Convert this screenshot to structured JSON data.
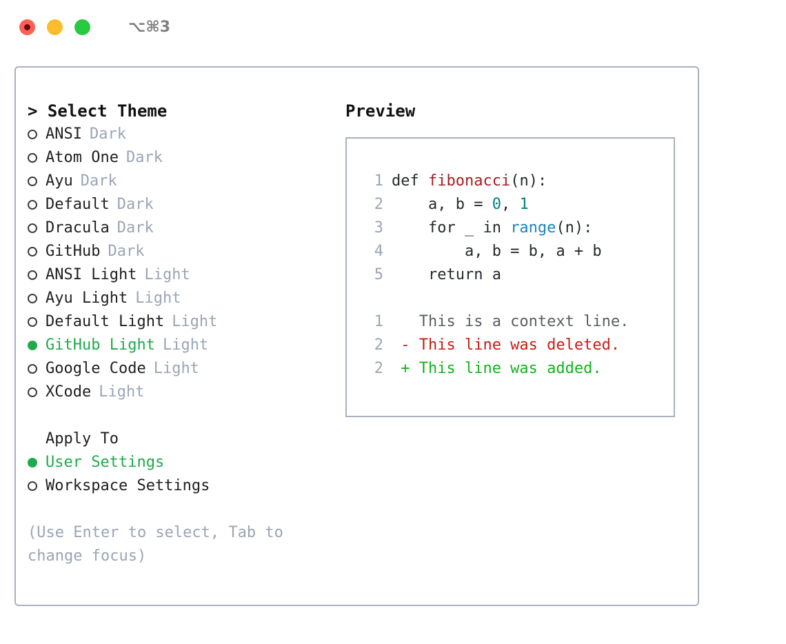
{
  "titlebar": {
    "shortcut": "⌥⌘3",
    "buttons": [
      "close",
      "minimize",
      "maximize"
    ]
  },
  "left": {
    "heading": "> Select Theme",
    "themes": [
      {
        "name": "ANSI",
        "kind": "Dark",
        "selected": false
      },
      {
        "name": "Atom One",
        "kind": "Dark",
        "selected": false
      },
      {
        "name": "Ayu",
        "kind": "Dark",
        "selected": false
      },
      {
        "name": "Default",
        "kind": "Dark",
        "selected": false
      },
      {
        "name": "Dracula",
        "kind": "Dark",
        "selected": false
      },
      {
        "name": "GitHub",
        "kind": "Dark",
        "selected": false
      },
      {
        "name": "ANSI Light",
        "kind": "Light",
        "selected": false
      },
      {
        "name": "Ayu Light",
        "kind": "Light",
        "selected": false
      },
      {
        "name": "Default Light",
        "kind": "Light",
        "selected": false
      },
      {
        "name": "GitHub Light",
        "kind": "Light",
        "selected": true
      },
      {
        "name": "Google Code",
        "kind": "Light",
        "selected": false
      },
      {
        "name": "XCode",
        "kind": "Light",
        "selected": false
      }
    ],
    "apply_to_heading": "Apply To",
    "apply_to": [
      {
        "label": "User Settings",
        "selected": true
      },
      {
        "label": "Workspace Settings",
        "selected": false
      }
    ],
    "hint": "(Use Enter to select, Tab to change focus)"
  },
  "preview": {
    "title": "Preview",
    "code_lines": [
      {
        "num": "1",
        "segments": [
          {
            "t": "def ",
            "c": "plain"
          },
          {
            "t": "fibonacci",
            "c": "fn"
          },
          {
            "t": "(n):",
            "c": "plain"
          }
        ]
      },
      {
        "num": "2",
        "segments": [
          {
            "t": "    a, b = ",
            "c": "plain"
          },
          {
            "t": "0",
            "c": "num"
          },
          {
            "t": ", ",
            "c": "plain"
          },
          {
            "t": "1",
            "c": "num"
          }
        ]
      },
      {
        "num": "3",
        "segments": [
          {
            "t": "    for _ in ",
            "c": "plain"
          },
          {
            "t": "range",
            "c": "blu"
          },
          {
            "t": "(n):",
            "c": "plain"
          }
        ]
      },
      {
        "num": "4",
        "segments": [
          {
            "t": "        a, b = b, a + b",
            "c": "plain"
          }
        ]
      },
      {
        "num": "5",
        "segments": [
          {
            "t": "    return a",
            "c": "plain"
          }
        ]
      }
    ],
    "diff_lines": [
      {
        "num": "1",
        "marker": "  ",
        "text": "This is a context line.",
        "kind": "ctx"
      },
      {
        "num": "2",
        "marker": "- ",
        "text": "This line was deleted.",
        "kind": "del"
      },
      {
        "num": "2",
        "marker": "+ ",
        "text": "This line was added.",
        "kind": "add"
      }
    ]
  },
  "colors": {
    "accent_green": "#1faa4b",
    "muted": "#9aa5b4",
    "border": "#a8b0bf",
    "text": "#1f1f23",
    "fn_red": "#a71d22",
    "number_teal": "#007f7f",
    "keyword_blue": "#1884bb",
    "diff_add": "#16b01f",
    "diff_del": "#c91b15",
    "dot_red": "#fc5f57",
    "dot_yellow": "#fdbc2d",
    "dot_green": "#27ca41"
  }
}
